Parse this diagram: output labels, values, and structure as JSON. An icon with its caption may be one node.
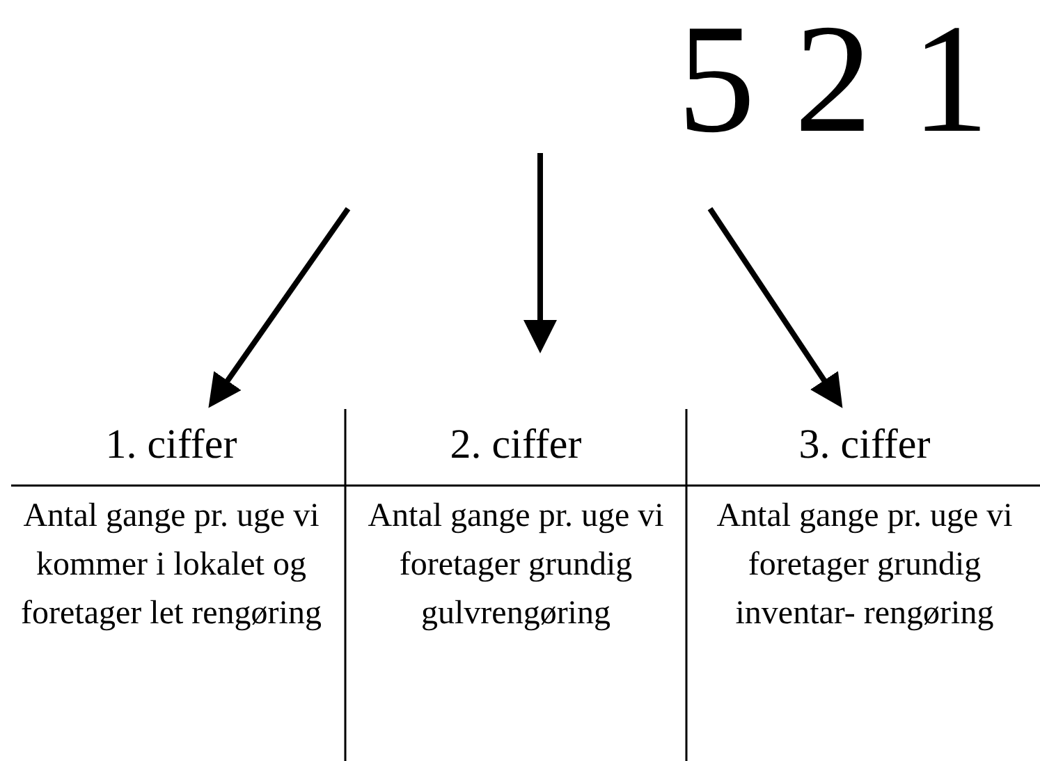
{
  "diagram": {
    "nodes": [
      {
        "text": [
          "1. ciffer",
          "Antal gange pr. uge vi kommer i lokalet og foretager let rengøring"
        ]
      },
      {
        "text": [
          "2. ciffer",
          "Antal gange pr. uge vi foretager grundig gulvrengøring"
        ]
      },
      {
        "text": [
          "3. ciffer",
          "Antal gange pr. uge vi foretager grundig inventar- rengøring"
        ]
      }
    ],
    "edges": [
      {
        "from": null,
        "to": 0,
        "arrow": "to"
      },
      {
        "from": null,
        "to": 1,
        "arrow": "to"
      },
      {
        "from": null,
        "to": 2,
        "arrow": "to"
      }
    ],
    "labels": [
      "5 2 1"
    ]
  }
}
